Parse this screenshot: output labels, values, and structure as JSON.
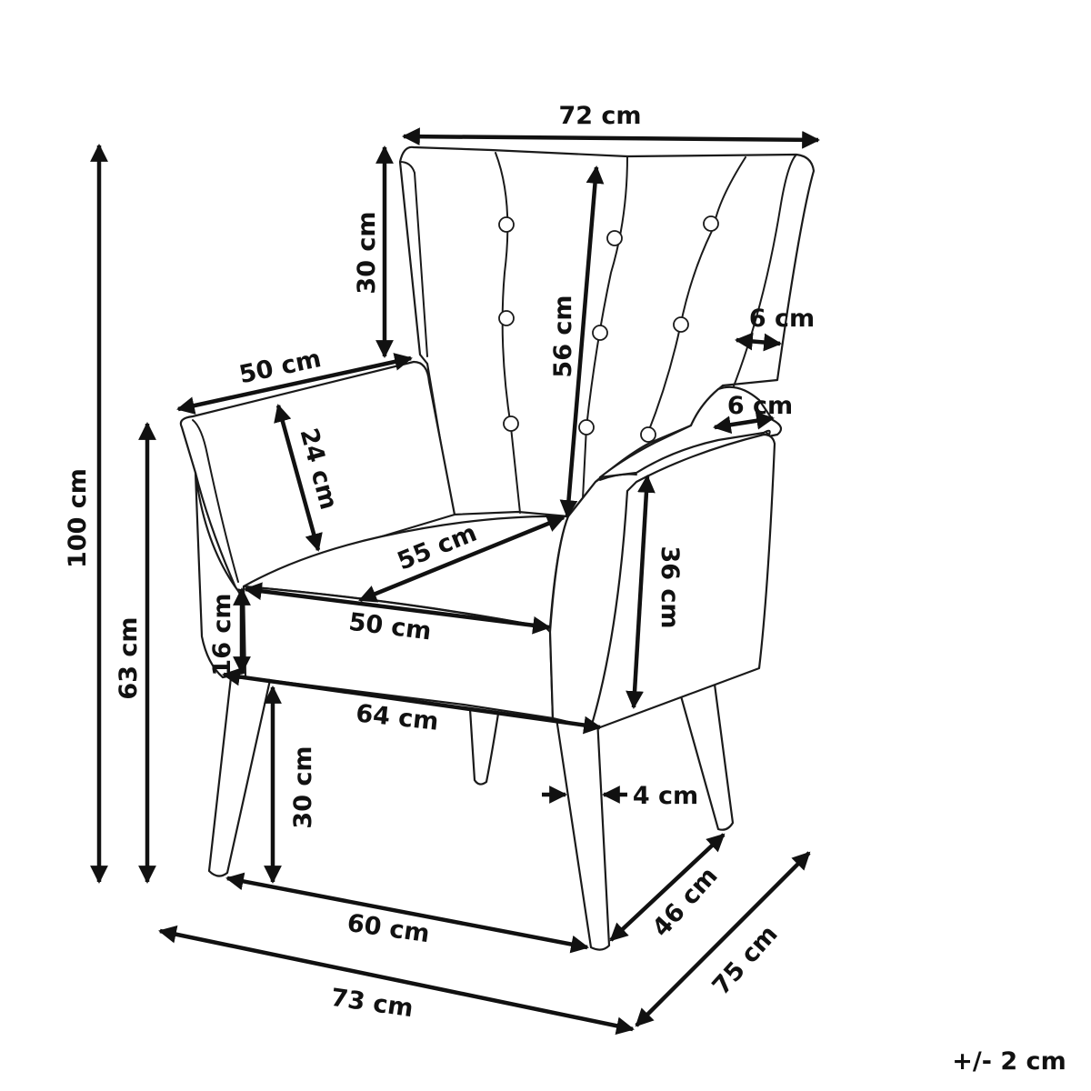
{
  "colors": {
    "line": "#1a1a1a",
    "arrow": "#111111",
    "background": "#ffffff"
  },
  "dimensions": {
    "back_width": "72 cm",
    "wing_height": "30 cm",
    "back_height": "56 cm",
    "wing_depth": "6 cm",
    "arm_width": "6 cm",
    "arm_length": "50 cm",
    "arm_inner_height": "24 cm",
    "seat_depth": "55 cm",
    "seat_width": "50 cm",
    "cushion_height": "16 cm",
    "arm_outer_height": "36 cm",
    "front_width": "64 cm",
    "leg_height": "30 cm",
    "leg_thickness": "4 cm",
    "total_height": "100 cm",
    "arm_height": "63 cm",
    "leg_span_width": "60 cm",
    "leg_span_depth": "46 cm",
    "overall_width": "73 cm",
    "overall_depth": "75 cm"
  },
  "tolerance": "+/- 2 cm"
}
